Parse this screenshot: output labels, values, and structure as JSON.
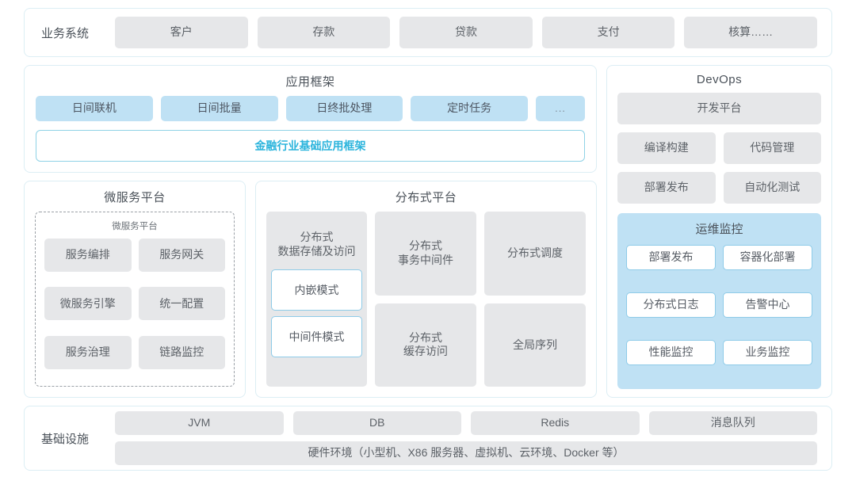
{
  "business_system": {
    "label": "业务系统",
    "items": [
      "客户",
      "存款",
      "贷款",
      "支付",
      "核算……"
    ]
  },
  "app_framework": {
    "title": "应用框架",
    "items": [
      "日间联机",
      "日间批量",
      "日终批处理",
      "定时任务",
      "..."
    ],
    "banner": "金融行业基础应用框架"
  },
  "micro_platform": {
    "title": "微服务平台",
    "inner_title": "微服务平台",
    "items": [
      "服务编排",
      "服务网关",
      "微服务引擎",
      "统一配置",
      "服务治理",
      "链路监控"
    ]
  },
  "dist_platform": {
    "title": "分布式平台",
    "storage_card": {
      "title": "分布式\n数据存储及访问",
      "modes": [
        "内嵌模式",
        "中间件模式"
      ]
    },
    "items": [
      "分布式\n事务中间件",
      "分布式调度",
      "分布式\n缓存访问",
      "全局序列"
    ]
  },
  "devops": {
    "title": "DevOps",
    "platform": "开发平台",
    "items": [
      "编译构建",
      "代码管理",
      "部署发布",
      "自动化测试"
    ],
    "ops_monitor": {
      "title": "运维监控",
      "items": [
        "部署发布",
        "容器化部署",
        "分布式日志",
        "告警中心",
        "性能监控",
        "业务监控"
      ]
    }
  },
  "infrastructure": {
    "label": "基础设施",
    "items": [
      "JVM",
      "DB",
      "Redis",
      "消息队列"
    ],
    "hardware": "硬件环境（小型机、X86 服务器、虚拟机、云环境、Docker 等）"
  },
  "colors": {
    "panel_border": "#dceef4",
    "chip_grey": "#e6e7e9",
    "chip_blue": "#bfe1f4",
    "accent_cyan": "#2bb4dc",
    "text": "#5d6268"
  }
}
